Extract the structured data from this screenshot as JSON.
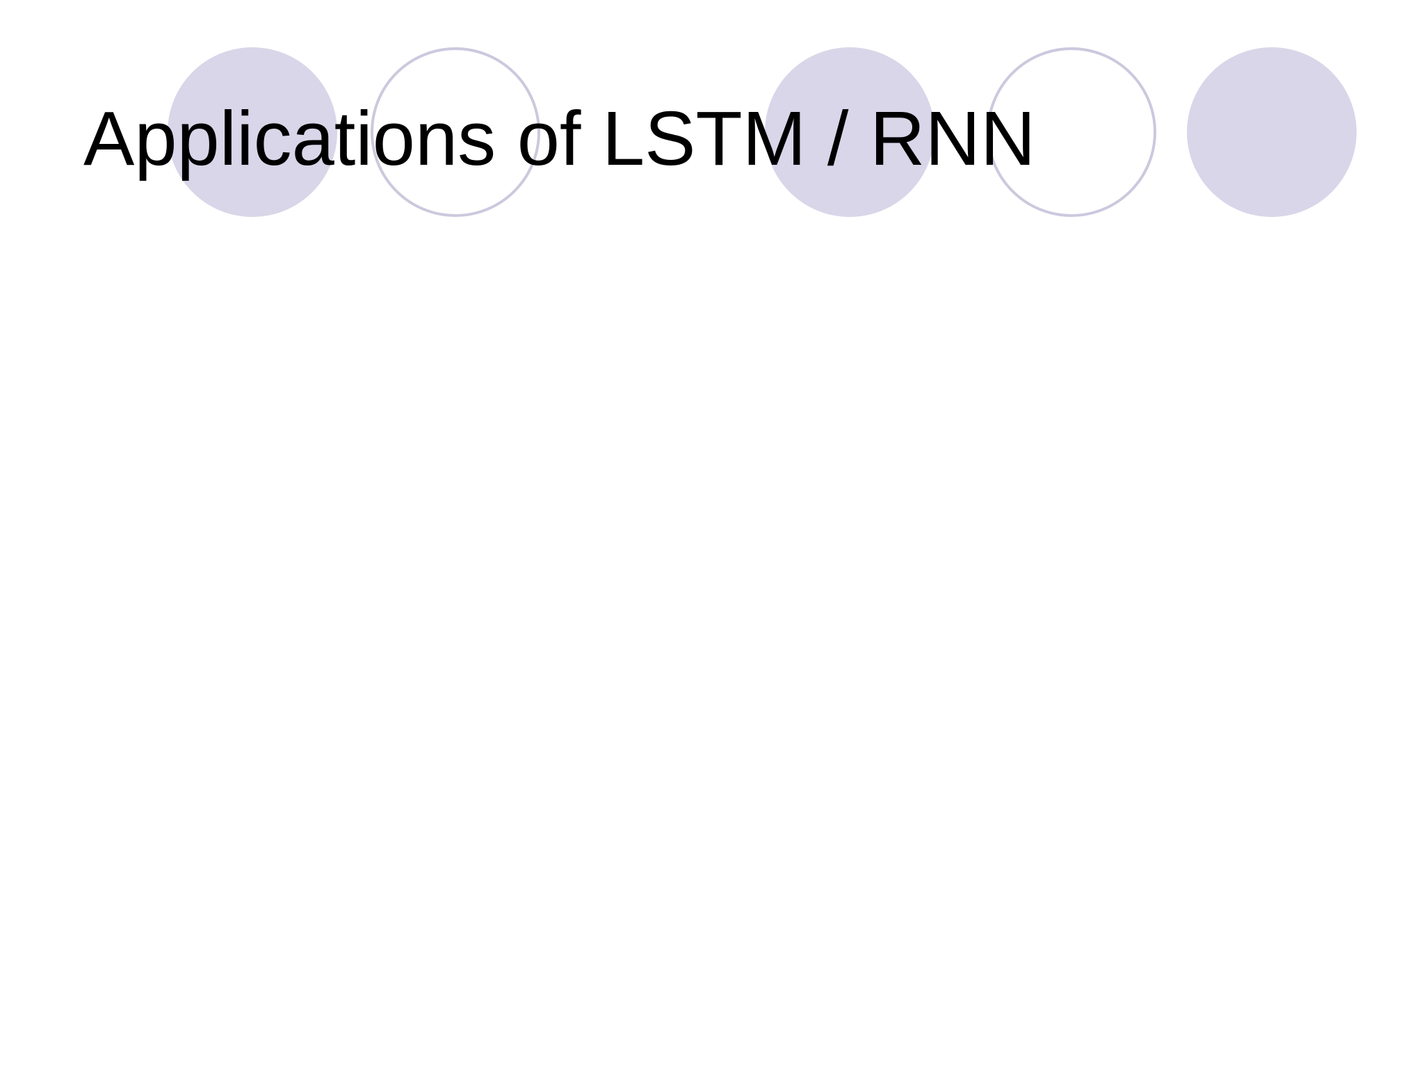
{
  "slide": {
    "title": "Applications of LSTM / RNN"
  },
  "theme": {
    "background": "#ffffff",
    "title_color": "#000000",
    "circle_fill": "#d8d6e8",
    "circle_outline": "#cbc9dd"
  },
  "decorative_circles": [
    {
      "variant": "filled"
    },
    {
      "variant": "outline"
    },
    {
      "variant": "filled"
    },
    {
      "variant": "outline"
    },
    {
      "variant": "filled"
    }
  ]
}
